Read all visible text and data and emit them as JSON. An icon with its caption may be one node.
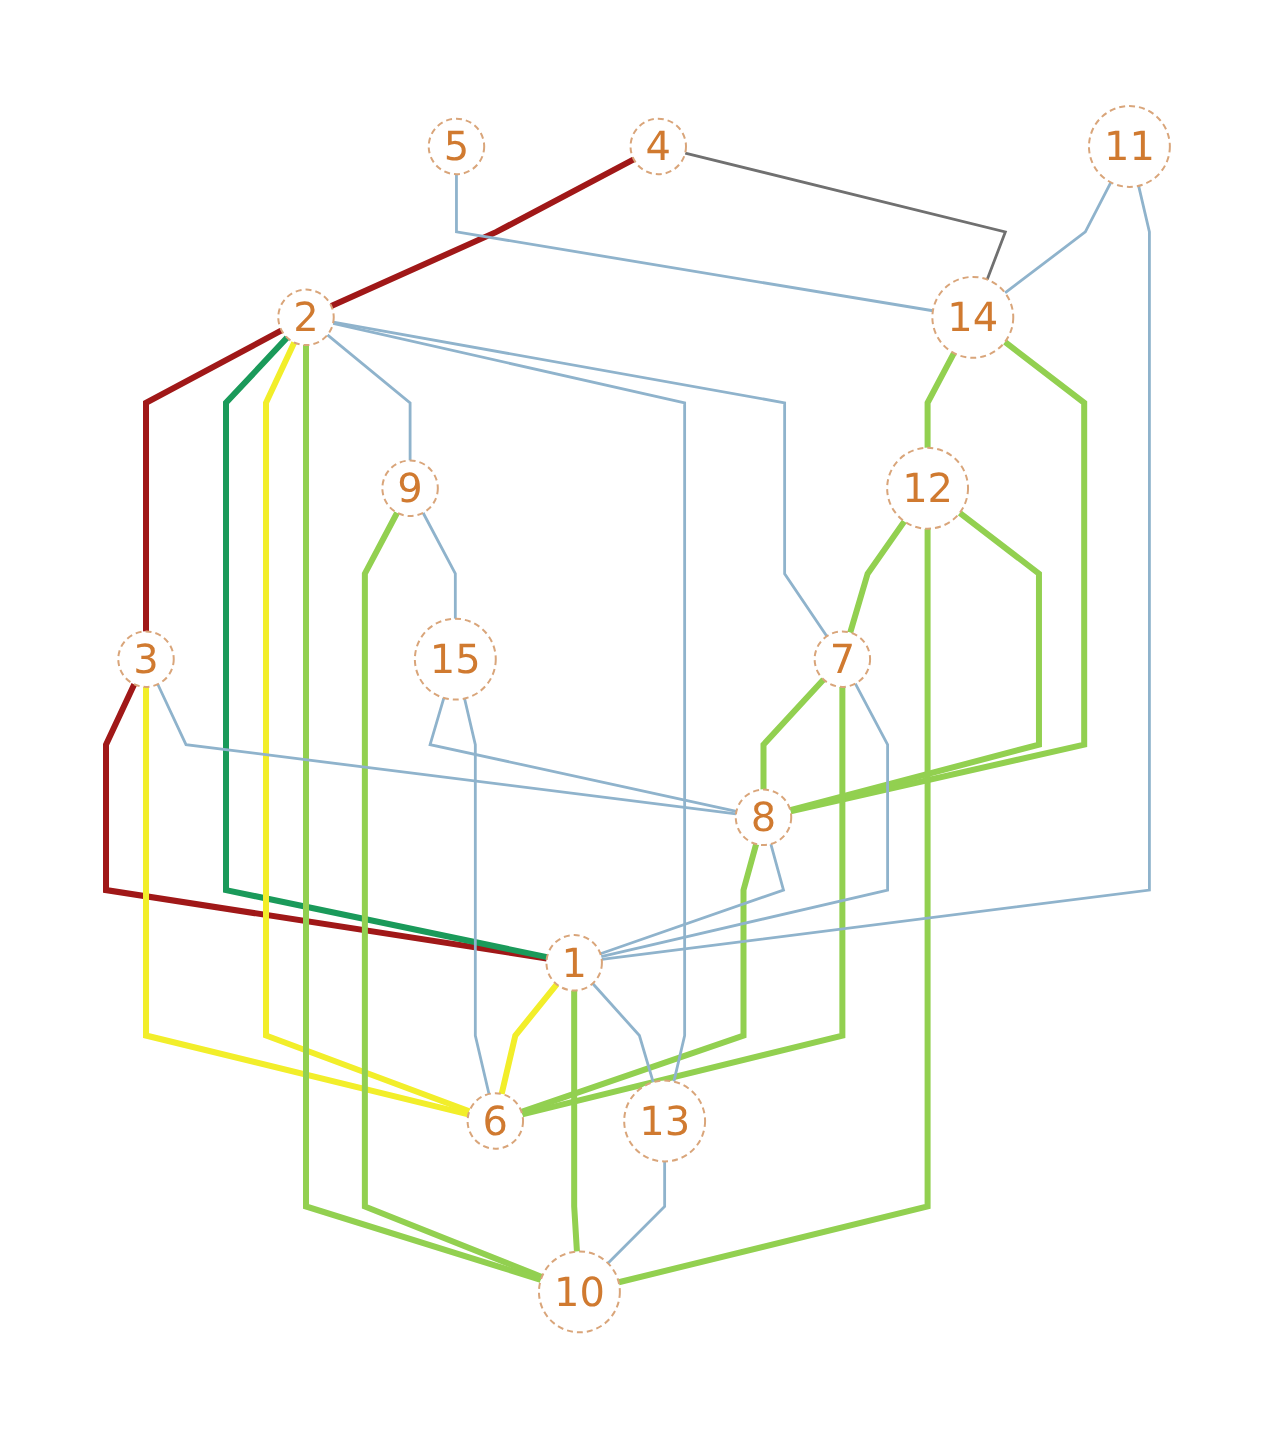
{
  "diagram": {
    "nodes": [
      {
        "text": [
          "1"
        ]
      },
      {
        "text": [
          "2"
        ]
      },
      {
        "text": [
          "3"
        ]
      },
      {
        "text": [
          "4"
        ]
      },
      {
        "text": [
          "5"
        ]
      },
      {
        "text": [
          "6"
        ]
      },
      {
        "text": [
          "7"
        ]
      },
      {
        "text": [
          "8"
        ]
      },
      {
        "text": [
          "9"
        ]
      },
      {
        "text": [
          "10"
        ]
      },
      {
        "text": [
          "11"
        ]
      },
      {
        "text": [
          "12"
        ]
      },
      {
        "text": [
          "13"
        ]
      },
      {
        "text": [
          "14"
        ]
      },
      {
        "text": [
          "15"
        ]
      }
    ],
    "edges": [
      {
        "from": 3,
        "to": 1,
        "arrow": "none",
        "color": "#a01818"
      },
      {
        "from": 1,
        "to": 2,
        "arrow": "none",
        "color": "#a01818"
      },
      {
        "from": 2,
        "to": 0,
        "arrow": "none",
        "color": "#a01818"
      },
      {
        "from": 1,
        "to": 0,
        "arrow": "none",
        "color": "#1a9a5a"
      },
      {
        "from": 2,
        "to": 5,
        "arrow": "none",
        "color": "#f2ee2a"
      },
      {
        "from": 1,
        "to": 5,
        "arrow": "none",
        "color": "#f2ee2a"
      },
      {
        "from": 0,
        "to": 5,
        "arrow": "none",
        "color": "#f2ee2a"
      },
      {
        "from": 13,
        "to": 11,
        "arrow": "none",
        "color": "#92d050"
      },
      {
        "from": 13,
        "to": 7,
        "arrow": "none",
        "color": "#92d050"
      },
      {
        "from": 8,
        "to": 9,
        "arrow": "none",
        "color": "#92d050"
      },
      {
        "from": 11,
        "to": 6,
        "arrow": "none",
        "color": "#92d050"
      },
      {
        "from": 11,
        "to": 9,
        "arrow": "none",
        "color": "#92d050"
      },
      {
        "from": 11,
        "to": 7,
        "arrow": "none",
        "color": "#92d050"
      },
      {
        "from": 6,
        "to": 7,
        "arrow": "none",
        "color": "#92d050"
      },
      {
        "from": 6,
        "to": 5,
        "arrow": "none",
        "color": "#92d050"
      },
      {
        "from": 7,
        "to": 5,
        "arrow": "none",
        "color": "#92d050"
      },
      {
        "from": 0,
        "to": 9,
        "arrow": "none",
        "color": "#92d050"
      },
      {
        "from": 1,
        "to": 9,
        "arrow": "none",
        "color": "#92d050"
      },
      {
        "from": 3,
        "to": 13,
        "arrow": "none",
        "color": "#707070"
      },
      {
        "from": 4,
        "to": 13,
        "arrow": "none",
        "color": "#8fb3cc"
      },
      {
        "from": 10,
        "to": 13,
        "arrow": "none",
        "color": "#8fb3cc"
      },
      {
        "from": 1,
        "to": 8,
        "arrow": "none",
        "color": "#8fb3cc"
      },
      {
        "from": 1,
        "to": 12,
        "arrow": "none",
        "color": "#8fb3cc"
      },
      {
        "from": 1,
        "to": 6,
        "arrow": "none",
        "color": "#8fb3cc"
      },
      {
        "from": 8,
        "to": 14,
        "arrow": "none",
        "color": "#8fb3cc"
      },
      {
        "from": 14,
        "to": 7,
        "arrow": "none",
        "color": "#8fb3cc"
      },
      {
        "from": 14,
        "to": 5,
        "arrow": "none",
        "color": "#8fb3cc"
      },
      {
        "from": 10,
        "to": 0,
        "arrow": "none",
        "color": "#8fb3cc"
      },
      {
        "from": 6,
        "to": 0,
        "arrow": "none",
        "color": "#8fb3cc"
      },
      {
        "from": 7,
        "to": 0,
        "arrow": "none",
        "color": "#8fb3cc"
      },
      {
        "from": 2,
        "to": 7,
        "arrow": "none",
        "color": "#8fb3cc"
      },
      {
        "from": 12,
        "to": 9,
        "arrow": "none",
        "color": "#8fb3cc"
      },
      {
        "from": 0,
        "to": 12,
        "arrow": "none",
        "color": "#8fb3cc"
      }
    ]
  }
}
